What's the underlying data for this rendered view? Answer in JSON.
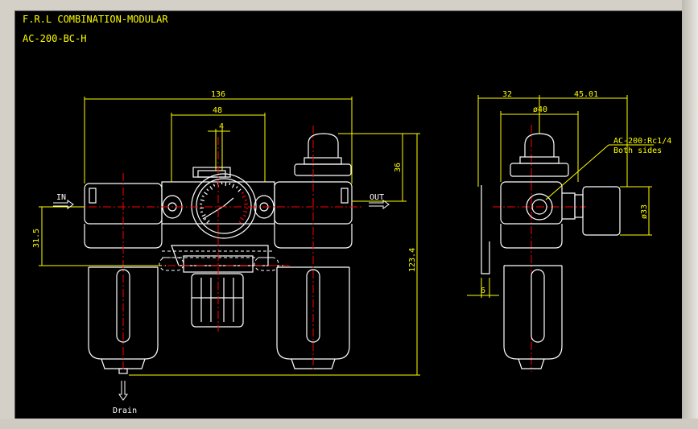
{
  "drawing": {
    "title_line1": "F.R.L  COMBINATION-MODULAR",
    "title_line2": "AC-200-BC-H"
  },
  "labels": {
    "in": "IN",
    "out": "OUT",
    "drain": "Drain",
    "port_note_1": "AC-200:Rc1/4",
    "port_note_2": "Both sides"
  },
  "dimensions": {
    "overall_width": "136",
    "center_width": "48",
    "gauge_offset": "4",
    "lube_height": "36",
    "port_height": "31.5",
    "total_height": "123.4",
    "side_32": "32",
    "side_45": "45.01",
    "side_dia40": "ø40",
    "side_dia33": "ø33",
    "side_6": "6"
  },
  "colors": {
    "background": "#000000",
    "outline": "#ffffff",
    "dimension": "#ffff00",
    "centerline": "#ff0000",
    "hidden": "#ffffff"
  }
}
